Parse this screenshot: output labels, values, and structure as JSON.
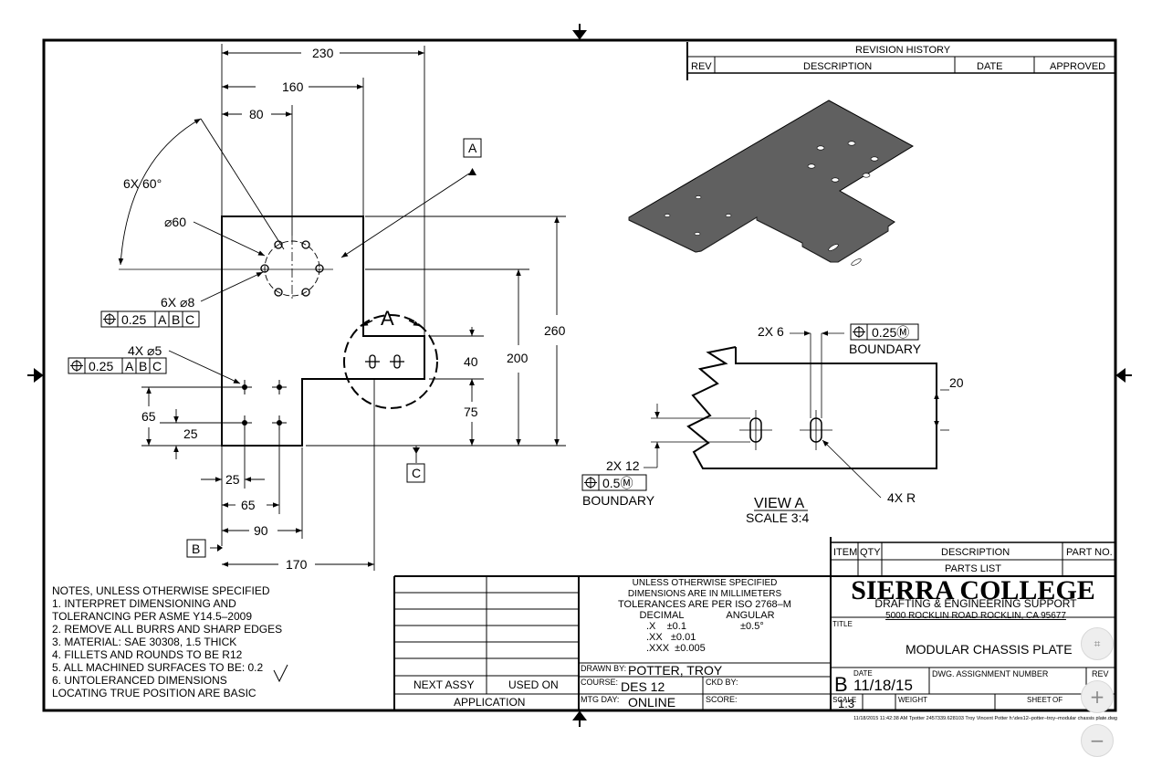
{
  "dimensions": {
    "d230": "230",
    "d160": "160",
    "d80": "80",
    "angle": "6X 60°",
    "dia60": "⌀60",
    "holes6": "6X ⌀8",
    "holes4": "4X ⌀5",
    "d260": "260",
    "d200": "200",
    "d40": "40",
    "d75": "75",
    "d65v": "65",
    "d25v": "25",
    "d25h": "25",
    "d65h": "65",
    "d90": "90",
    "d170": "170",
    "fcf1": [
      "0.25",
      "A",
      "B",
      "C"
    ],
    "fcf2": [
      "0.25",
      "A",
      "B",
      "C"
    ]
  },
  "datums": {
    "a": "A",
    "b": "B",
    "c": "C",
    "detail_label": "A"
  },
  "view_a": {
    "slot_width": "2X 6",
    "slot_spacing": "2X 12",
    "height": "20",
    "radius": "4X R",
    "boundary_tol_top": "0.25Ⓜ",
    "boundary_tol_left": "0.5Ⓜ",
    "boundary": "BOUNDARY",
    "title": "VIEW A",
    "scale": "SCALE 3:4"
  },
  "revision": {
    "title": "REVISION HISTORY",
    "rev": "REV",
    "description": "DESCRIPTION",
    "date": "DATE",
    "approved": "APPROVED"
  },
  "parts": {
    "item": "ITEM",
    "qty": "QTY",
    "description": "DESCRIPTION",
    "part_no": "PART NO.",
    "title": "PARTS LIST"
  },
  "notes": [
    "NOTES, UNLESS OTHERWISE SPECIFIED",
    "1. INTERPRET DIMENSIONING AND",
    "TOLERANCING PER ASME Y14.5–2009",
    "2. REMOVE ALL BURRS AND SHARP EDGES",
    "3. MATERIAL: SAE 30308, 1.5 THICK",
    "4. FILLETS AND ROUNDS TO BE R12",
    "5. ALL MACHINED SURFACES TO BE: 0.2",
    "6. UNTOLERANCED DIMENSIONS",
    "LOCATING TRUE POSITION ARE BASIC"
  ],
  "application": {
    "next_assy": "NEXT ASSY",
    "used_on": "USED ON",
    "label": "APPLICATION"
  },
  "tolerances": {
    "line1": "UNLESS OTHERWISE SPECIFIED",
    "line2": "DIMENSIONS ARE IN MILLIMETERS",
    "line3": "TOLERANCES ARE PER ISO 2768–M",
    "decimal": "DECIMAL",
    "angular": "ANGULAR",
    "x": ".X    ±0.1",
    "xx": ".XX   ±0.01",
    "xxx": ".XXX  ±0.005",
    "angular_value": "±0.5°"
  },
  "title_block": {
    "drawn_by_label": "DRAWN BY:",
    "drawn_by": "POTTER, TROY",
    "course_label": "COURSE:",
    "course": "DES 12",
    "ckd_by": "CKD BY:",
    "mtg_day_label": "MTG DAY:",
    "mtg_day": "ONLINE",
    "score": "SCORE:",
    "school": "SIERRA COLLEGE",
    "dept": "DRAFTING & ENGINEERING SUPPORT",
    "address": "5000 ROCKLIN ROAD ROCKLIN, CA 95677",
    "title_label": "TITLE",
    "title": "MODULAR CHASSIS PLATE",
    "size": "B",
    "date_label": "DATE",
    "date": "11/18/15",
    "dwg_label": "DWG. ASSIGNMENT NUMBER",
    "rev_label": "REV",
    "scale_label": "SCALE",
    "scale": "1:3",
    "weight_label": "WEIGHT",
    "sheet_label": "SHEET",
    "of_label": "OF"
  },
  "footer": "11/18/2015 11:42:38 AM Tpotter 2457339.628103 Troy Vincent Potter h:\\des12–potter–troy–modular chassis plate.dwg",
  "controls": {
    "fit_icon": "fit-screen-icon",
    "zoom_in": "+",
    "zoom_out": "−"
  }
}
